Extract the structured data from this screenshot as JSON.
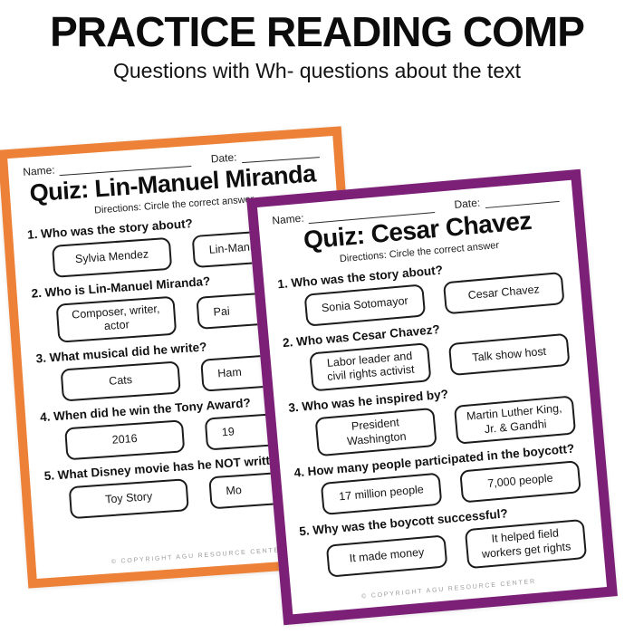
{
  "header": {
    "title": "PRACTICE READING COMP",
    "subtitle": "Questions with Wh- questions about the text"
  },
  "colors": {
    "orange_border": "#EC8137",
    "purple_border": "#7B1F77"
  },
  "orange_page": {
    "name_label": "Name:",
    "date_label": "Date:",
    "title": "Quiz: Lin-Manuel Miranda",
    "directions": "Directions: Circle the correct answer",
    "questions": [
      {
        "label": "1. Who was the story about?",
        "answers": [
          "Sylvia Mendez",
          "Lin-Manue"
        ]
      },
      {
        "label": "2. Who is Lin-Manuel Miranda?",
        "answers": [
          "Composer, writer, actor",
          "Pai"
        ]
      },
      {
        "label": "3. What musical did he write?",
        "answers": [
          "Cats",
          "Ham"
        ]
      },
      {
        "label": "4. When did he win the Tony Award?",
        "answers": [
          "2016",
          "19"
        ]
      },
      {
        "label": "5. What Disney movie has he NOT written so",
        "answers": [
          "Toy Story",
          "Mo"
        ]
      }
    ],
    "footer": "© COPYRIGHT AGU RESOURCE CENTER"
  },
  "purple_page": {
    "name_label": "Name:",
    "date_label": "Date:",
    "title": "Quiz: Cesar Chavez",
    "directions": "Directions: Circle the correct answer",
    "questions": [
      {
        "label": "1. Who was the story about?",
        "answers": [
          "Sonia Sotomayor",
          "Cesar Chavez"
        ]
      },
      {
        "label": "2. Who was Cesar Chavez?",
        "answers": [
          "Labor leader and civil rights activist",
          "Talk show host"
        ]
      },
      {
        "label": "3. Who was he inspired by?",
        "answers": [
          "President Washington",
          "Martin Luther King, Jr. & Gandhi"
        ]
      },
      {
        "label": "4. How many people participated in the boycott?",
        "answers": [
          "17 million people",
          "7,000 people"
        ]
      },
      {
        "label": "5. Why was the boycott successful?",
        "answers": [
          "It made money",
          "It helped field workers get rights"
        ]
      }
    ],
    "footer": "© COPYRIGHT AGU RESOURCE CENTER"
  }
}
